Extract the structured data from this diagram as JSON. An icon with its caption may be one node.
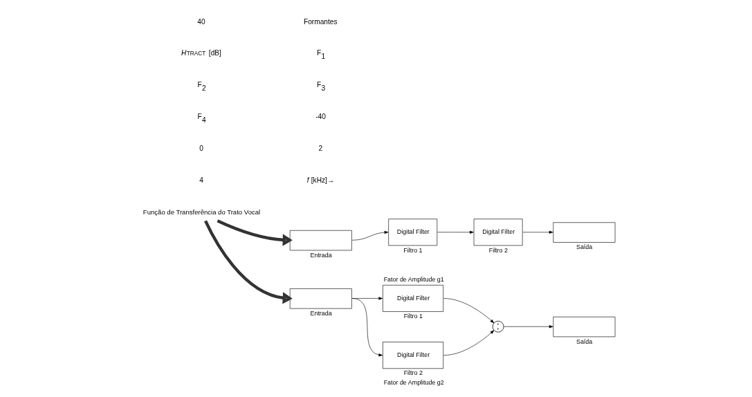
{
  "diagram": {
    "nodes": [
      {
        "text": [
          "Função de Transferência do Trato Vocal"
        ]
      },
      {
        "text": [],
        "shape": "box",
        "beside": [
          "Entrada"
        ]
      },
      {
        "text": [
          "Digital Filter"
        ],
        "beside": [
          "Filtro 1"
        ]
      },
      {
        "text": [
          "Digital Filter"
        ],
        "beside": [
          "Filtro 2"
        ]
      },
      {
        "text": [],
        "shape": "box",
        "beside": [
          "Saída"
        ]
      },
      {
        "text": [],
        "shape": "box",
        "beside": [
          "Entrada"
        ]
      },
      {
        "text": [
          "Digital Filter"
        ],
        "beside": [
          "Fator de Amplitude g1",
          "Filtro 1"
        ]
      },
      {
        "text": [
          "Digital Filter"
        ],
        "beside": [
          "Filtro 2",
          "Fator de Amplitude g2"
        ]
      },
      {
        "text": [
          "+",
          "+"
        ]
      },
      {
        "text": [],
        "shape": "box",
        "beside": [
          "Saída"
        ]
      }
    ],
    "edges": [
      {
        "from": 0,
        "to": 1,
        "arrow": "to",
        "style": "thick"
      },
      {
        "from": 0,
        "to": 5,
        "arrow": "to",
        "style": "thick"
      },
      {
        "from": 1,
        "to": 2,
        "arrow": "to"
      },
      {
        "from": 2,
        "to": 3,
        "arrow": "to"
      },
      {
        "from": 3,
        "to": 4,
        "arrow": "to"
      },
      {
        "from": 5,
        "to": 6,
        "arrow": "to"
      },
      {
        "from": 5,
        "to": 7,
        "arrow": "to"
      },
      {
        "from": 6,
        "to": 8,
        "arrow": "to"
      },
      {
        "from": 7,
        "to": 8,
        "arrow": "to"
      },
      {
        "from": 8,
        "to": 9,
        "arrow": "to"
      }
    ],
    "labels": [
      "40",
      "Formantes",
      "*H*$_{TRACT}$ [dB]",
      "F$_{1}$",
      "F$_{2}$",
      "F$_{3}$",
      "F$_{4}$",
      "-40",
      "0",
      "2",
      "4",
      "*f* [kHz]→"
    ]
  }
}
